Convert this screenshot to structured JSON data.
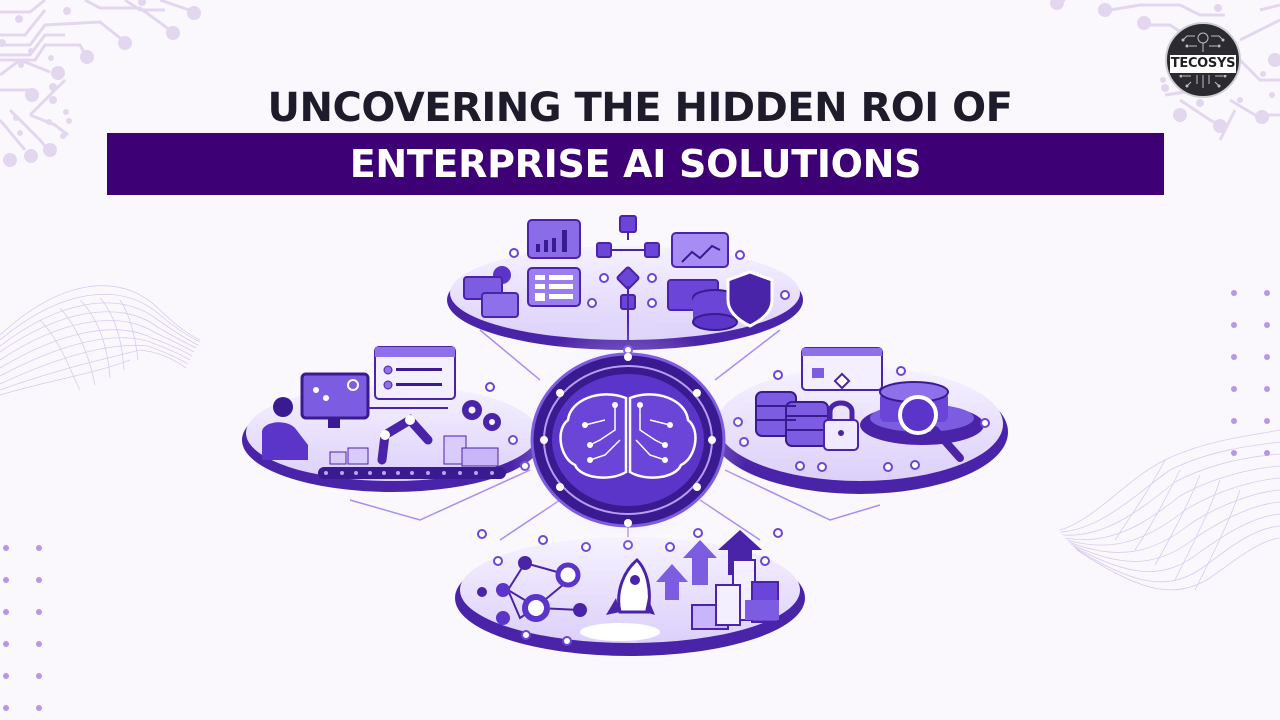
{
  "title": {
    "line1": "UNCOVERING THE HIDDEN ROI OF",
    "line2": "ENTERPRISE AI SOLUTIONS",
    "band_color": "#3d0075",
    "text_color": "#1e1b2a"
  },
  "logo": {
    "text": "TECOSYS"
  },
  "illustration": {
    "accent": "#5b35c9",
    "light": "#e6dcfb",
    "center": "ai-brain-icon",
    "platforms": [
      {
        "position": "top",
        "icons": [
          "bar-chart-icon",
          "flowchart-icon",
          "line-chart-icon",
          "folder-gear-icon",
          "checklist-icon",
          "database-icon",
          "shield-icon"
        ]
      },
      {
        "position": "left",
        "icons": [
          "person-at-computer-icon",
          "workflow-window-icon",
          "gears-icon",
          "robot-arm-icon",
          "conveyor-belt-icon"
        ]
      },
      {
        "position": "right",
        "icons": [
          "database-stack-icon",
          "padlock-icon",
          "flowchart-window-icon",
          "magnifier-icon"
        ]
      },
      {
        "position": "bottom",
        "icons": [
          "network-nodes-icon",
          "rocket-icon",
          "growth-arrows-icon",
          "city-buildings-icon"
        ]
      }
    ]
  },
  "decorations": {
    "dot_color": "#b796e6",
    "circuit_color": "#e3d7ef",
    "wave_color": "#d9cbee"
  }
}
